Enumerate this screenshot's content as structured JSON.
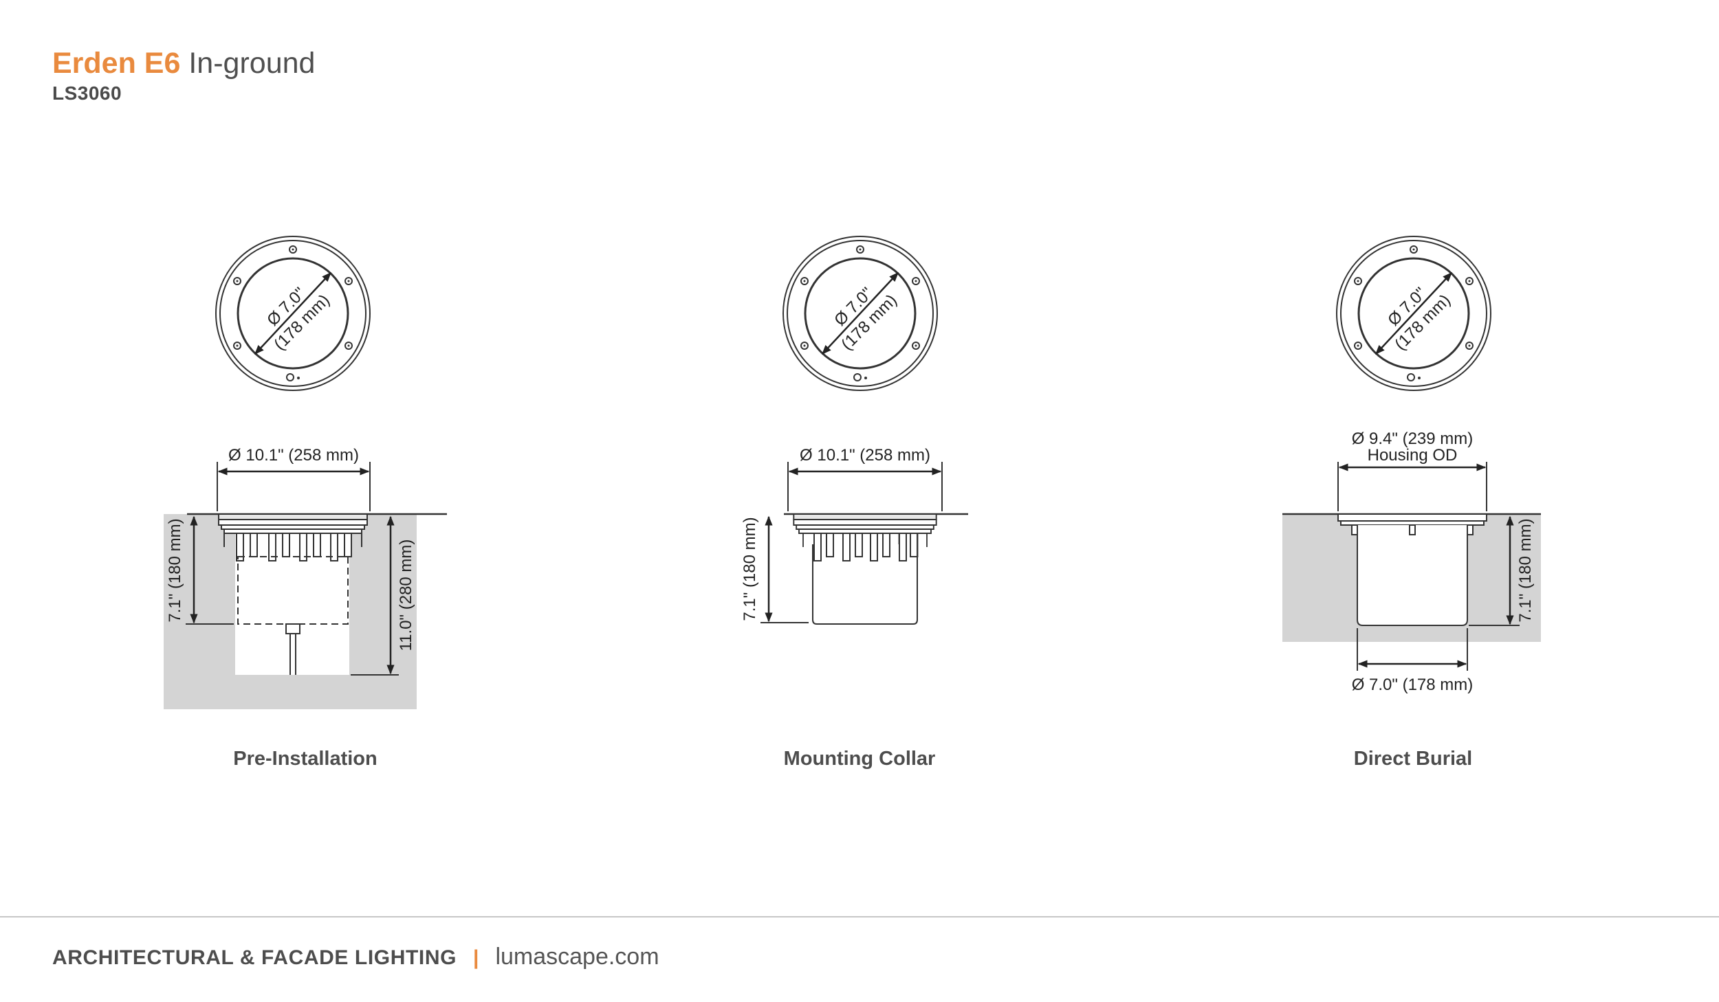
{
  "header": {
    "brand": "Erden E6",
    "product_type": "In-ground",
    "model": "LS3060"
  },
  "views": [
    {
      "caption": "Pre-Installation",
      "top_dia": "Ø 7.0\"",
      "top_dia_mm": "(178 mm)",
      "width": "Ø 10.1\" (258 mm)",
      "height_left": "7.1\" (180 mm)",
      "height_right": "11.0\" (280 mm)"
    },
    {
      "caption": "Mounting Collar",
      "top_dia": "Ø 7.0\"",
      "top_dia_mm": "(178 mm)",
      "width": "Ø 10.1\" (258 mm)",
      "height_left": "7.1\" (180 mm)"
    },
    {
      "caption": "Direct Burial",
      "top_dia": "Ø 7.0\"",
      "top_dia_mm": "(178 mm)",
      "width": "Ø 9.4\" (239 mm)",
      "width_note": "Housing OD",
      "height_right": "7.1\" (180 mm)",
      "bottom_width": "Ø 7.0\" (178 mm)"
    }
  ],
  "footer": {
    "tagline": "ARCHITECTURAL & FACADE LIGHTING",
    "separator": "|",
    "website": "lumascape.com"
  },
  "colors": {
    "accent": "#e98a3e",
    "text": "#4a4a4a",
    "ground": "#d4d4d4"
  }
}
